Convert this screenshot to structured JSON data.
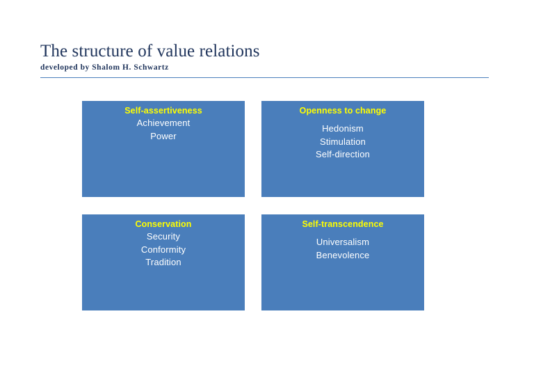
{
  "header": {
    "title": "The structure of value relations",
    "subtitle": "developed by Shalom H. Schwartz",
    "rule_color": "#4a7ebb",
    "title_color": "#20355c"
  },
  "theme": {
    "box_fill": "#4a7ebb",
    "heading_color": "#ffff00",
    "item_color": "#ffffff",
    "background": "#ffffff"
  },
  "boxes": [
    {
      "id": "self-assertiveness",
      "heading": "Self-assertiveness",
      "items": [
        "Achievement",
        "Power"
      ],
      "heading_gap": false
    },
    {
      "id": "openness-to-change",
      "heading": "Openness to change",
      "items": [
        "Hedonism",
        "Stimulation",
        "Self-direction"
      ],
      "heading_gap": true
    },
    {
      "id": "conservation",
      "heading": "Conservation",
      "items": [
        "Security",
        "Conformity",
        "Tradition"
      ],
      "heading_gap": false
    },
    {
      "id": "self-transcendence",
      "heading": "Self-transcendence",
      "items": [
        "Universalism",
        "Benevolence"
      ],
      "heading_gap": true
    }
  ]
}
